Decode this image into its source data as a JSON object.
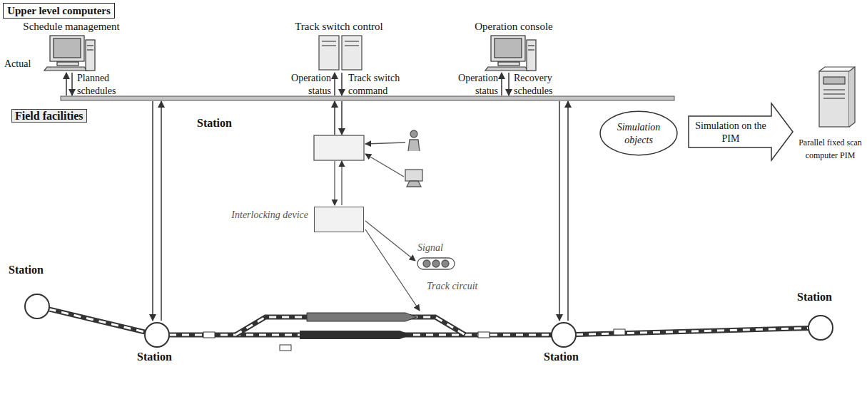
{
  "diagram": {
    "nodes": [
      {
        "text": [
          "Upper level computers"
        ]
      },
      {
        "text": [
          "Schedule management"
        ]
      },
      {
        "text": [
          "Track switch control"
        ]
      },
      {
        "text": [
          "Operation console"
        ]
      },
      {
        "text": [
          "Field facilities"
        ]
      },
      {
        "text": [
          "Station"
        ],
        "in": 4
      },
      {
        "text": [
          "Station"
        ],
        "in": 4
      },
      {
        "text": [
          "Station"
        ],
        "in": 4
      },
      {
        "text": [
          "Interlocking device"
        ],
        "in": 7
      },
      {
        "text": [
          "Station"
        ],
        "in": 4
      },
      {
        "text": [
          "Simulation objects"
        ],
        "in": 4
      },
      {
        "text": [
          "Station"
        ]
      },
      {
        "text": [
          "Parallel fixed scan computer PIM"
        ]
      }
    ],
    "edges": [
      {
        "from": 5,
        "to": 6,
        "arrow": "none"
      },
      {
        "from": 6,
        "to": 9,
        "arrow": "none"
      },
      {
        "from": 9,
        "to": 11,
        "arrow": "none"
      },
      {
        "from": 4,
        "to": 12,
        "arrow": "to",
        "label": "Simulation on the PIM"
      }
    ],
    "labels": [
      "Actual",
      "Planned schedules",
      "Operation status",
      "Track switch command",
      "Operation status",
      "Recovery schedules",
      "Signal",
      "Track circuit"
    ]
  }
}
